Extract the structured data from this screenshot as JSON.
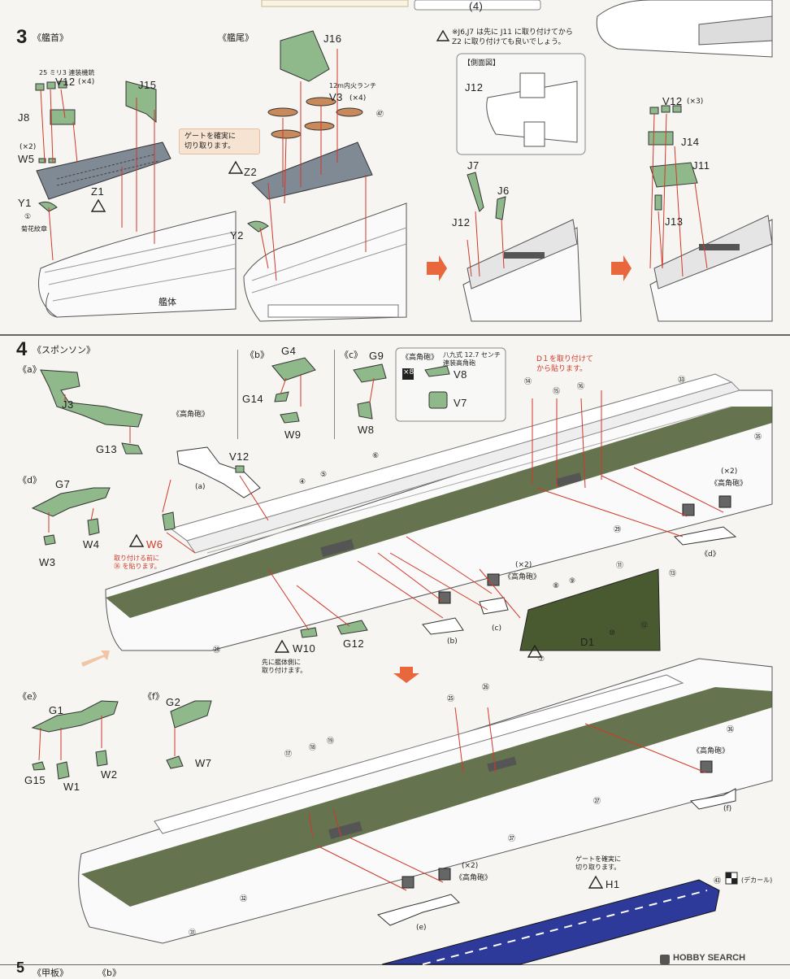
{
  "colors": {
    "green": "#8fb98a",
    "gray": "#7f8a95",
    "navy": "#2d3a9a",
    "accent_arrow": "#e9673d",
    "red_text": "#d2382a",
    "hull_dark": "#4a5a30"
  },
  "top": {
    "box_text": "(4)"
  },
  "step3": {
    "number": "3",
    "bow": {
      "title": "《艦首》",
      "note_25mm": "25 ミリ3 連装機銃",
      "v12": "V12",
      "v12_qty": "(×4)",
      "j8": "J8",
      "w5_qty": "(×2)",
      "w5": "W5",
      "y1": "Y1",
      "y1_num": "①",
      "y1_note": "菊花紋章",
      "z1": "Z1",
      "j15": "J15",
      "hull": "艦体"
    },
    "stern": {
      "title": "《艦尾》",
      "j16": "J16",
      "launch_note": "12m内火ランチ",
      "v3": "V3",
      "v3_qty": "(×4)",
      "num47": "㊼",
      "gate_note": "ゲートを確実に\n切り取ります。",
      "z2": "Z2",
      "y2": "Y2"
    },
    "side": {
      "warn": "※J6,J7 は先に J11 に取り付けてから\nZ2 に取り付けても良いでしょう。",
      "side_view": "【側面図】",
      "j12": "J12"
    },
    "assy": {
      "j7": "J7",
      "j6": "J6",
      "j12": "J12",
      "v12": "V12",
      "v12_qty": "(×3)",
      "j14": "J14",
      "j11": "J11",
      "j13": "J13"
    }
  },
  "step4": {
    "number": "4",
    "title": "《スポンソン》",
    "a": {
      "tag": "《a》",
      "j3": "J3",
      "g13": "G13"
    },
    "b": {
      "tag": "《b》",
      "g4": "G4",
      "g14": "G14",
      "w9": "W9"
    },
    "c": {
      "tag": "《c》",
      "g9": "G9",
      "w8": "W8"
    },
    "gun_box": {
      "title": "《高角砲》",
      "desc": "八九式 12.7 センチ\n連装高角砲",
      "qty": "×8",
      "v8": "V8",
      "v7": "V7"
    },
    "d1_note": "D１を取り付けて\nから貼ります。",
    "d": {
      "tag": "《d》",
      "g7": "G7",
      "w4": "W4",
      "w3": "W3"
    },
    "mid": {
      "gun": "《高角砲》",
      "v12": "V12",
      "a_tag": "(a)",
      "w6": "W6",
      "w6_note": "取り付ける前に\n㊱ を貼ります。",
      "w10": "W10",
      "w10_note": "先に艦体側に\n取り付けます。",
      "g12": "G12",
      "b_tag": "(b)",
      "c_tag": "(c)",
      "gun_x2_qty": "(×2)",
      "gun_x2": "《高角砲》",
      "d1": "D1",
      "d_tag": "《d》",
      "dx2_qty": "(×2)",
      "dx2": "《高角砲》"
    },
    "circ": {
      "n4": "④",
      "n5": "⑤",
      "n6": "⑥",
      "n7": "⑦",
      "n8": "⑧",
      "n9": "⑨",
      "n10": "⑩",
      "n11": "⑪",
      "n12": "⑫",
      "n13": "⑬",
      "n14": "⑭",
      "n15": "⑮",
      "n16": "⑯",
      "n28": "㉘",
      "n29": "㉙",
      "n33": "㉝",
      "n35": "㉟"
    },
    "e": {
      "tag": "《e》",
      "g1": "G1",
      "g15": "G15",
      "w1": "W1",
      "w2": "W2"
    },
    "f": {
      "tag": "《f》",
      "g2": "G2",
      "w7": "W7"
    },
    "lower": {
      "n17": "⑰",
      "n18": "⑱",
      "n19": "⑲",
      "n25": "㉕",
      "n26": "㉖",
      "n27": "㉗",
      "n31": "㉛",
      "n32": "㉜",
      "n36": "㊱",
      "n37": "㊲",
      "f_gun": "《高角砲》",
      "f_tag": "(f)",
      "e_qty": "(×2)",
      "e_gun": "《高角砲》",
      "e_tag": "(e)"
    },
    "deck": {
      "gate_note": "ゲートを確実に\n切り取ります。",
      "h1": "H1",
      "num43": "㊸",
      "decal": "(デカール)"
    }
  },
  "step5": {
    "number": "5",
    "title": "《甲板》",
    "b_tag": "《b》"
  },
  "watermark": "HOBBY SEARCH"
}
